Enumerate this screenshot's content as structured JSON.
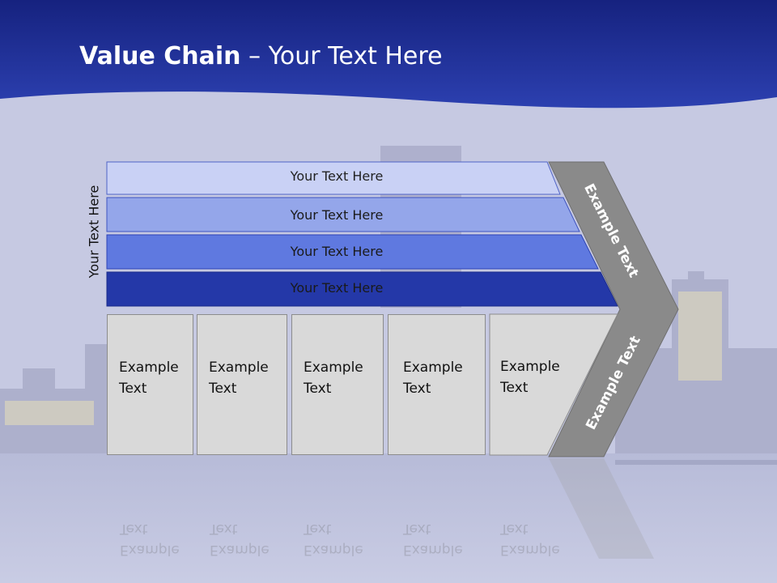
{
  "slide": {
    "title_bold": "Value Chain",
    "title_rest": " – Your Text Here",
    "side_label": "Your Text Here",
    "bands": [
      {
        "label": "Your Text Here",
        "fill": "#c9d1f5",
        "text_color": "#222222"
      },
      {
        "label": "Your Text Here",
        "fill": "#94a6ea",
        "text_color": "#1a1a1a"
      },
      {
        "label": "Your Text Here",
        "fill": "#5f79e0",
        "text_color": "#1a1a1a"
      },
      {
        "label": "Your Text Here",
        "fill": "#2438a8",
        "text_color": "#1a1a1a"
      }
    ],
    "boxes": [
      {
        "line1": "Example",
        "line2": "Text"
      },
      {
        "line1": "Example",
        "line2": "Text"
      },
      {
        "line1": "Example",
        "line2": "Text"
      },
      {
        "line1": "Example",
        "line2": "Text"
      },
      {
        "line1": "Example",
        "line2": "Text"
      }
    ],
    "chevron_top_label": "Example Text",
    "chevron_bottom_label": "Example Text"
  },
  "colors": {
    "header_blue": "#1f2d99",
    "background": "#c6c9e2",
    "chevron_gray": "#8a8a8a",
    "box_gray": "#d9d9d9"
  }
}
